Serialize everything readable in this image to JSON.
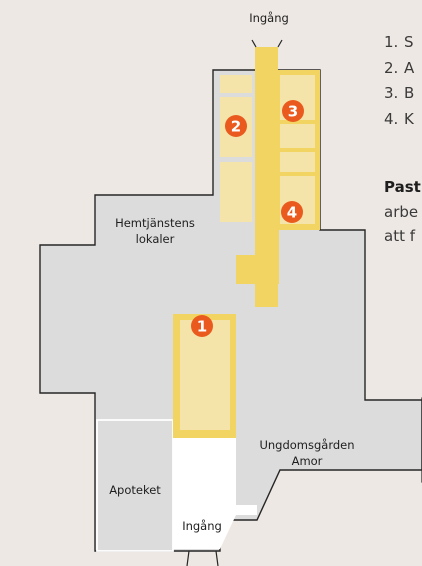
{
  "map": {
    "labels": {
      "entrance_top": "Ingång",
      "entrance_bottom": "Ingång",
      "hemtjanst_line1": "Hemtjänstens",
      "hemtjanst_line2": "lokaler",
      "apoteket": "Apoteket",
      "ungdom_line1": "Ungdomsgården",
      "ungdom_line2": "Amor"
    },
    "markers": [
      {
        "number": "1"
      },
      {
        "number": "2"
      },
      {
        "number": "3"
      },
      {
        "number": "4"
      }
    ],
    "colors": {
      "background": "#ede8e3",
      "building": "#dcdcdc",
      "building_outline": "#262626",
      "highlight_path": "#f1d462",
      "room_fill": "#f5e4a9",
      "marker": "#ea5a1f",
      "entrance_area": "#ffffff"
    }
  },
  "legend": {
    "items": [
      {
        "num": "1.",
        "text": "S"
      },
      {
        "num": "2.",
        "text": "A"
      },
      {
        "num": "3.",
        "text": "B"
      },
      {
        "num": "4.",
        "text": "K"
      }
    ],
    "paragraph": {
      "bold": "Past",
      "line2": "arbe",
      "line3": "att f"
    }
  }
}
